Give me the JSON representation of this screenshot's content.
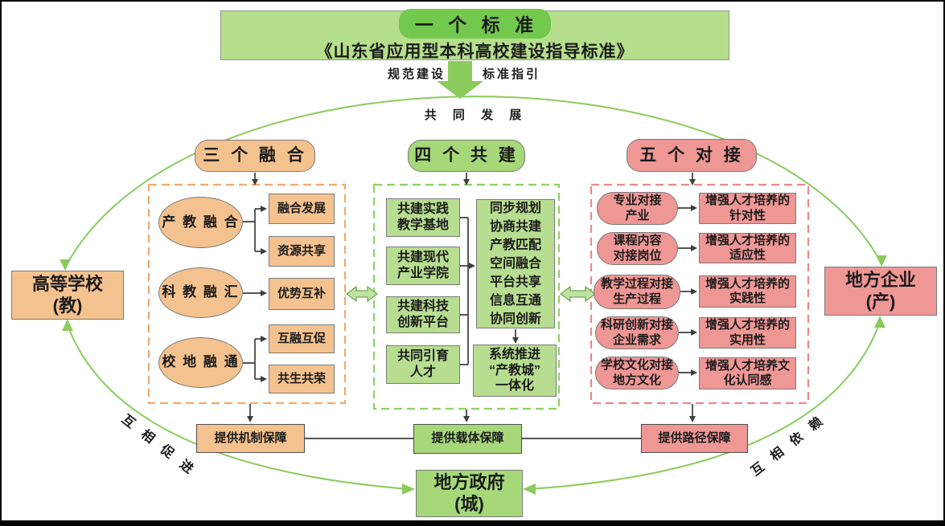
{
  "banner": {
    "title": "一 个 标 准",
    "subtitle": "《山东省应用型本科高校建设指导标准》",
    "arrow_left_label": "规范建设",
    "arrow_right_label": "标准指引"
  },
  "ellipse": {
    "top_label": "共 同 发 展",
    "left_bottom_label": "互 相 促 进",
    "right_bottom_label": "互 相 依 赖"
  },
  "entities": {
    "school": "高等学校\n(教)",
    "enterprise": "地方企业\n(产)",
    "government": "地方政府\n(城)"
  },
  "left_column": {
    "header": "三 个 融 合",
    "rows": [
      {
        "source": "产 教 融 合",
        "targets": [
          "融合发展",
          "资源共享"
        ]
      },
      {
        "source": "科 教 融 汇",
        "targets": [
          "优势互补"
        ]
      },
      {
        "source": "校 地 融 通",
        "targets": [
          "互融互促",
          "共生共荣"
        ]
      }
    ]
  },
  "middle_column": {
    "header": "四 个 共 建",
    "items": [
      "共建实践\n教学基地",
      "共建现代\n产业学院",
      "共建科技\n创新平台",
      "共同引育\n人才"
    ],
    "process": "同步规划\n协商共建\n产教匹配\n空间融合\n平台共享\n信息互通\n协同创新",
    "outcome": "系统推进\n“产教城”\n一体化"
  },
  "right_column": {
    "header": "五 个 对 接",
    "rows": [
      {
        "source": "专业对接\n产业",
        "target": "增强人才培养的\n针对性"
      },
      {
        "source": "课程内容\n对接岗位",
        "target": "增强人才培养的\n适应性"
      },
      {
        "source": "教学过程对接\n生产过程",
        "target": "增强人才培养的\n实践性"
      },
      {
        "source": "科研创新对接\n企业需求",
        "target": "增强人才培养的\n实用性"
      },
      {
        "source": "学校文化对接\n地方文化",
        "target": "增强人才培养文\n化认同感"
      }
    ]
  },
  "footer": {
    "left": "提供机制保障",
    "middle": "提供载体保障",
    "right": "提供路径保障"
  },
  "colors": {
    "orange_fill": "#f4c28e",
    "green_fill": "#b7dd90",
    "bright_green_fill": "#a6d87a",
    "pink_fill": "#ef9795",
    "banner_green": "#b5df8c",
    "title_pill_green": "#72c94e",
    "accent_green": "#8bcb5c",
    "orange_dash": "#efaa70",
    "green_dash": "#8fd163",
    "pink_dash": "#e98989",
    "line": "#3d3d3d"
  }
}
